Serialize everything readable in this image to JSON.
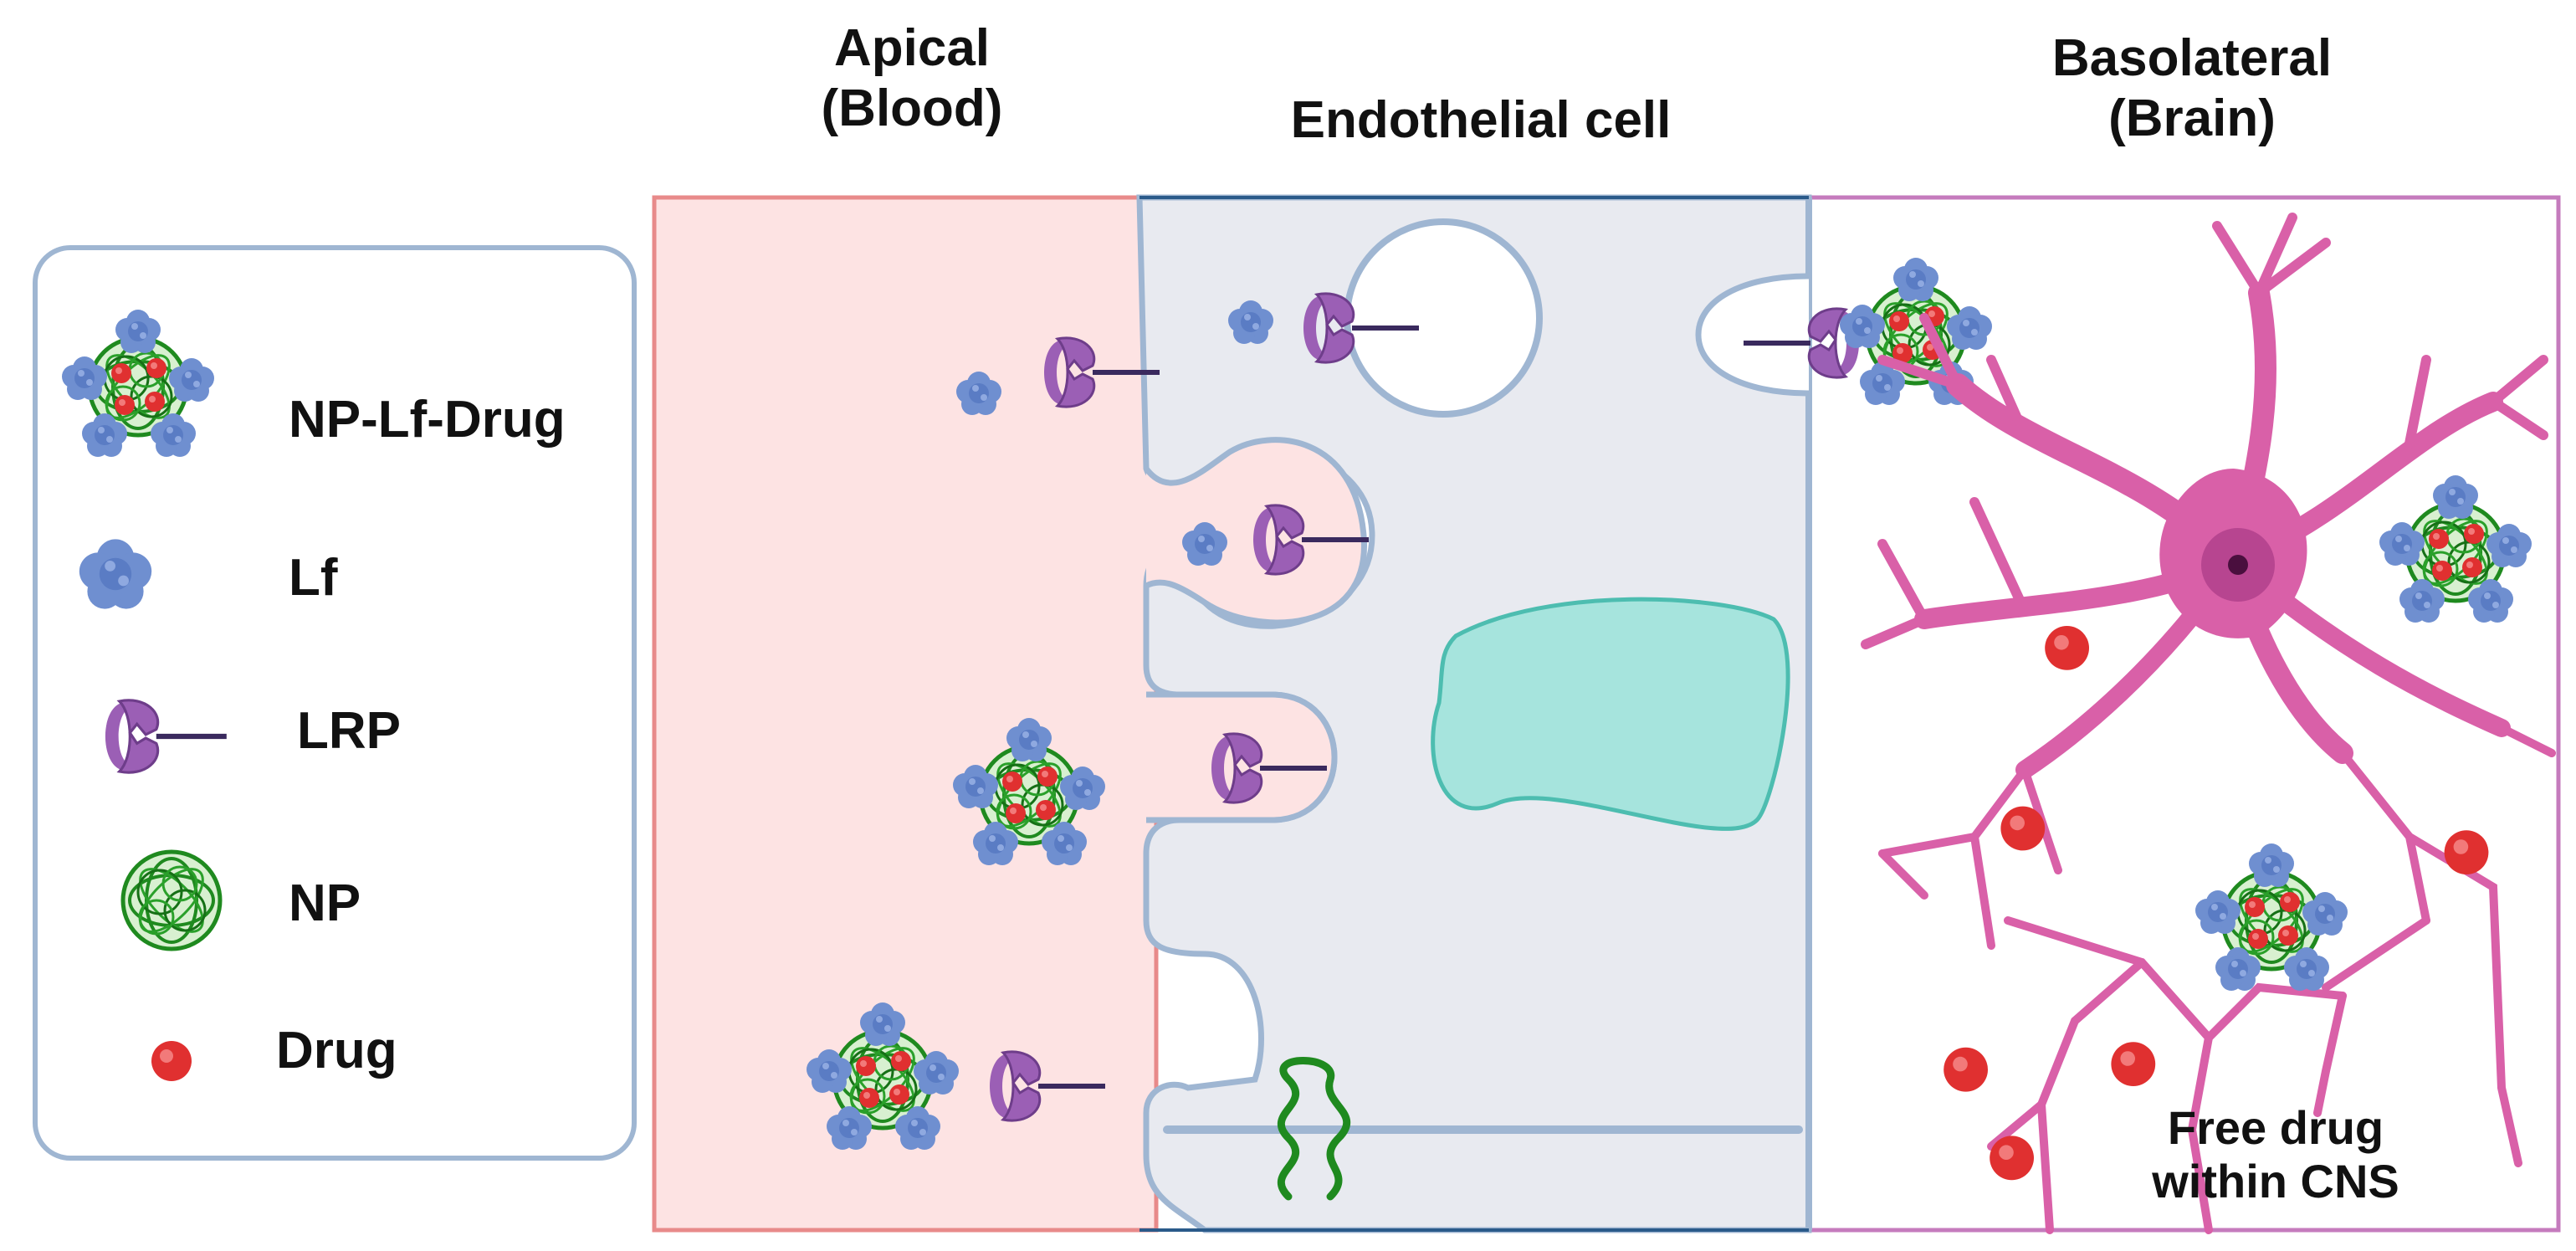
{
  "headers": {
    "apical_line1": "Apical",
    "apical_line2": "(Blood)",
    "endothelial": "Endothelial cell",
    "basolateral_line1": "Basolateral",
    "basolateral_line2": "(Brain)"
  },
  "legend": {
    "items": [
      {
        "label": "NP-Lf-Drug",
        "icon": "np-lf-drug-icon"
      },
      {
        "label": "Lf",
        "icon": "lactoferrin-icon"
      },
      {
        "label": "LRP",
        "icon": "lrp-receptor-icon"
      },
      {
        "label": "NP",
        "icon": "nanoparticle-icon"
      },
      {
        "label": "Drug",
        "icon": "drug-dot-icon"
      }
    ]
  },
  "free_drug_line1": "Free drug",
  "free_drug_line2": "within CNS",
  "colors": {
    "apical_fill": "#fde3e3",
    "apical_border": "#e88a8a",
    "cell_fill": "#e8eaf0",
    "membrane": "#9fb6d2",
    "brain_border": "#c57bbd",
    "neuron": "#d960a8",
    "nucleus": "#a6e4dd",
    "np_green": "#1f8a1f",
    "drug_red": "#e03030",
    "lf_blue": "#6f8fd0",
    "lrp_purple": "#9b5fb5"
  }
}
